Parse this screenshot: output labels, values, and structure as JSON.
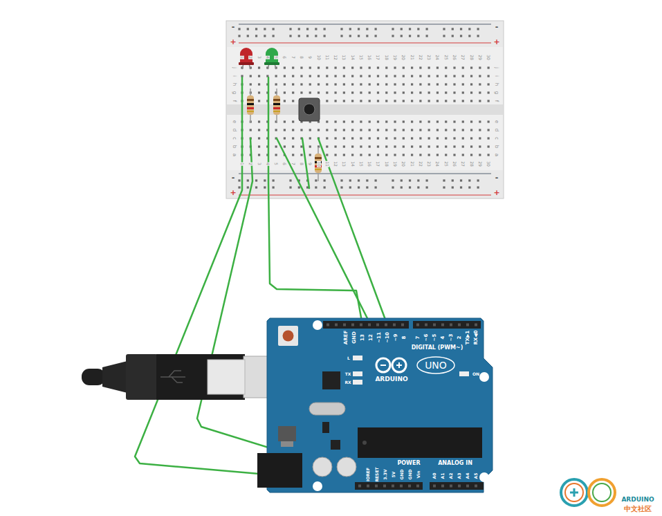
{
  "diagram": {
    "labels": [
      "-",
      "-",
      "+",
      "+",
      "-",
      "-",
      "+",
      "+",
      "1",
      "2",
      "3",
      "4",
      "5",
      "6",
      "7",
      "8",
      "9",
      "10",
      "11",
      "12",
      "13",
      "14",
      "15",
      "16",
      "17",
      "18",
      "19",
      "20",
      "21",
      "22",
      "23",
      "24",
      "25",
      "26",
      "27",
      "28",
      "29",
      "30",
      "j",
      "i",
      "h",
      "g",
      "f",
      "e",
      "d",
      "c",
      "b",
      "a",
      "j",
      "i",
      "h",
      "g",
      "f",
      "e",
      "d",
      "c",
      "b",
      "a",
      "1",
      "2",
      "3",
      "4",
      "5",
      "6",
      "7",
      "8",
      "9",
      "10",
      "11",
      "12",
      "13",
      "14",
      "15",
      "16",
      "17",
      "18",
      "19",
      "20",
      "21",
      "22",
      "23",
      "24",
      "25",
      "26",
      "27",
      "28",
      "29",
      "30",
      "AREF",
      "GND",
      "13",
      "12",
      "~11",
      "~10",
      "~9",
      "8",
      "7",
      "~6",
      "~5",
      "4",
      "~3",
      "2",
      "TX▶1",
      "RX◀0",
      "DIGITAL (PWM~)",
      "L",
      "TX",
      "RX",
      "ON",
      "UNO",
      "ARDUINO",
      "POWER",
      "ANALOG IN",
      "IOREF",
      "RESET",
      "3.3V",
      "5V",
      "GND",
      "GND",
      "Vin",
      "A0",
      "A1",
      "A2",
      "A3",
      "A4",
      "A5",
      "ARDUINO",
      "中文社区"
    ]
  }
}
